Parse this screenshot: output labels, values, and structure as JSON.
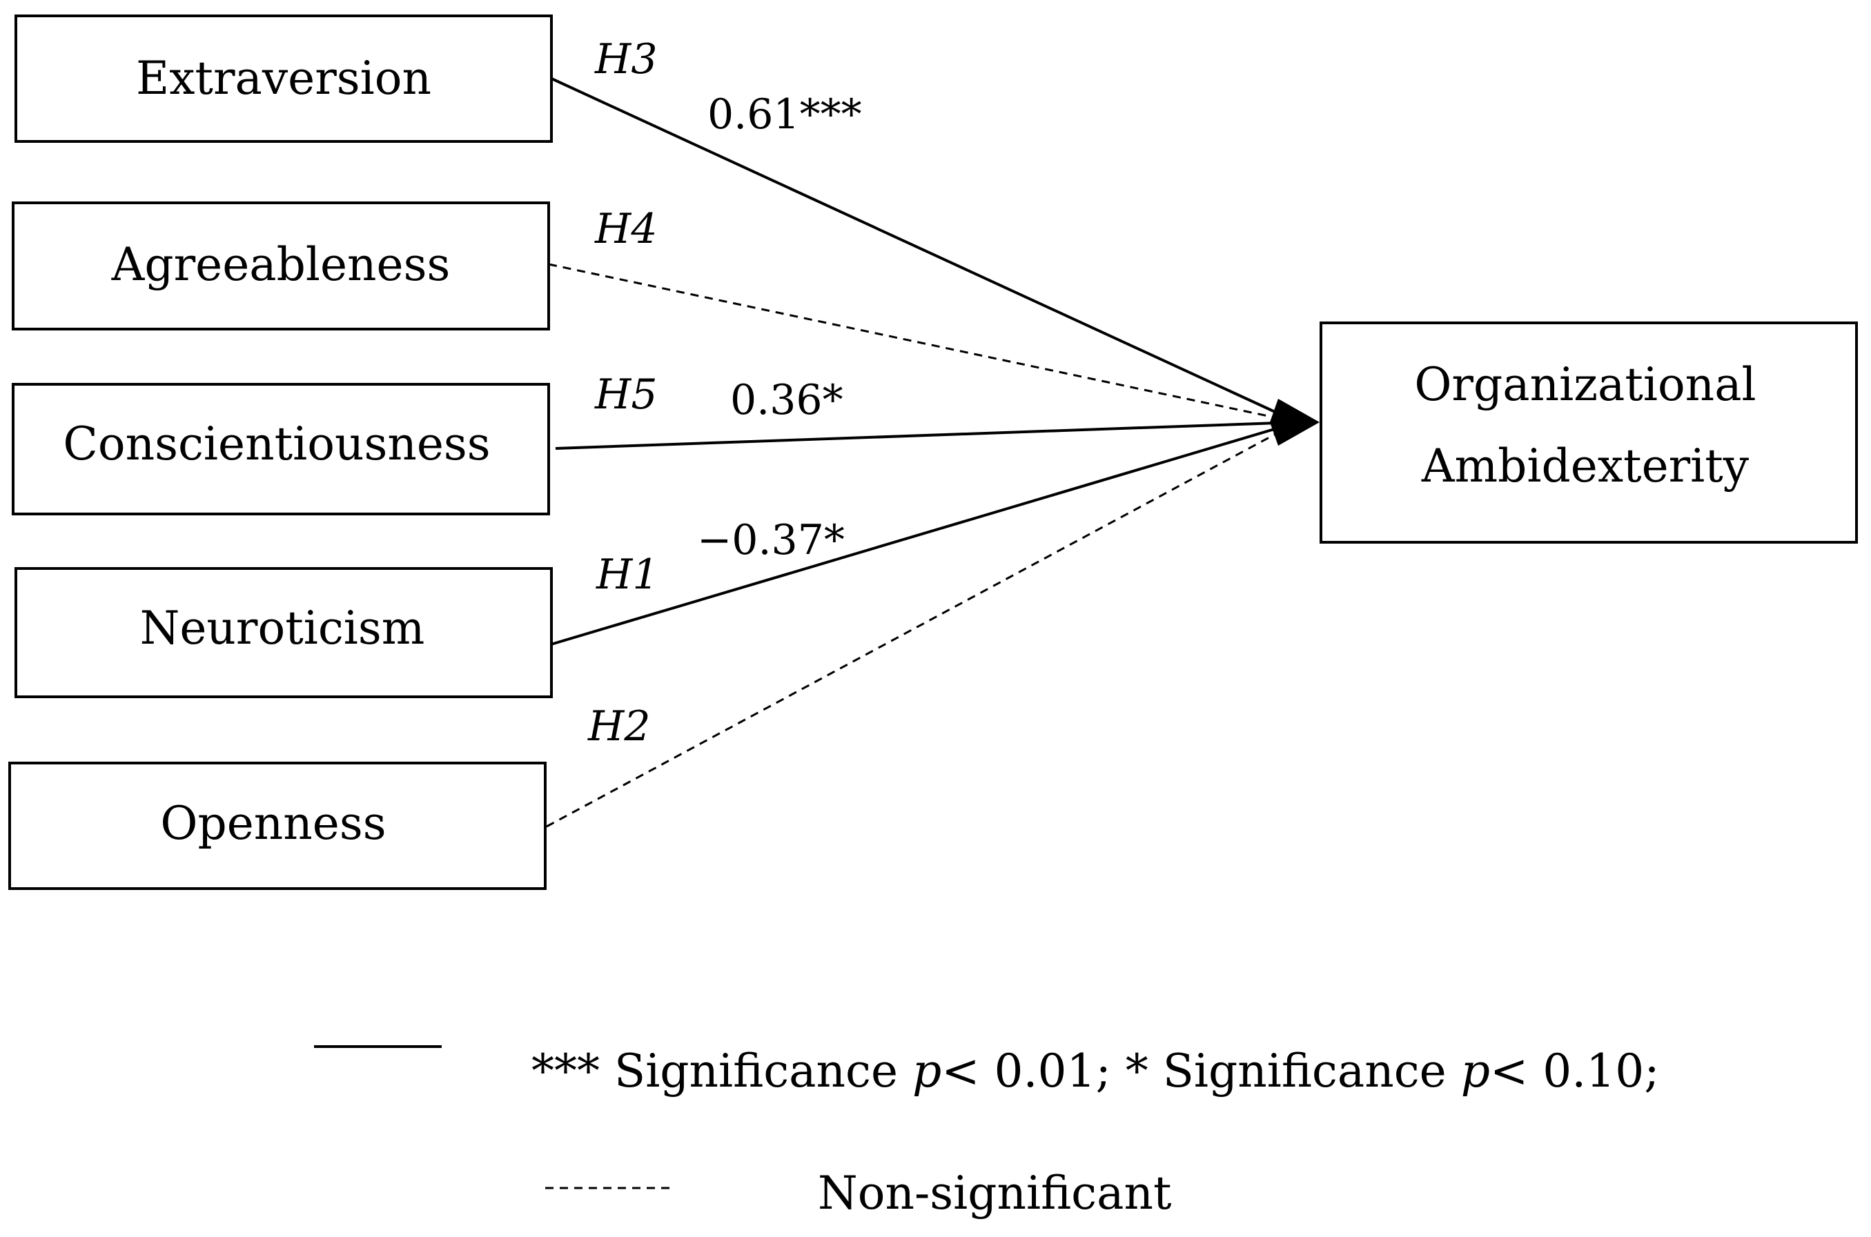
{
  "predictors": [
    {
      "id": "extraversion",
      "label": "Extraversion"
    },
    {
      "id": "agreeableness",
      "label": "Agreeableness"
    },
    {
      "id": "conscientiousness",
      "label": "Conscientiousness"
    },
    {
      "id": "neuroticism",
      "label": "Neuroticism"
    },
    {
      "id": "openness",
      "label": "Openness"
    }
  ],
  "outcome": {
    "line1": "Organizational",
    "line2": "Ambidexterity"
  },
  "paths": [
    {
      "from": "extraversion",
      "hypothesis": "H3",
      "coefficient": "0.61***",
      "significant": true
    },
    {
      "from": "agreeableness",
      "hypothesis": "H4",
      "coefficient": "",
      "significant": false
    },
    {
      "from": "conscientiousness",
      "hypothesis": "H5",
      "coefficient": "0.36*",
      "significant": true
    },
    {
      "from": "neuroticism",
      "hypothesis": "H1",
      "coefficient": "−0.37*",
      "significant": true
    },
    {
      "from": "openness",
      "hypothesis": "H2",
      "coefficient": "",
      "significant": false
    }
  ],
  "legend": {
    "significant_text_a": "*** Significance ",
    "significant_p_a": "p",
    "significant_text_b": "< 0.01; * Significance ",
    "significant_p_b": "p",
    "significant_text_c": "< 0.10;",
    "nonsignificant_text": "Non-significant"
  }
}
